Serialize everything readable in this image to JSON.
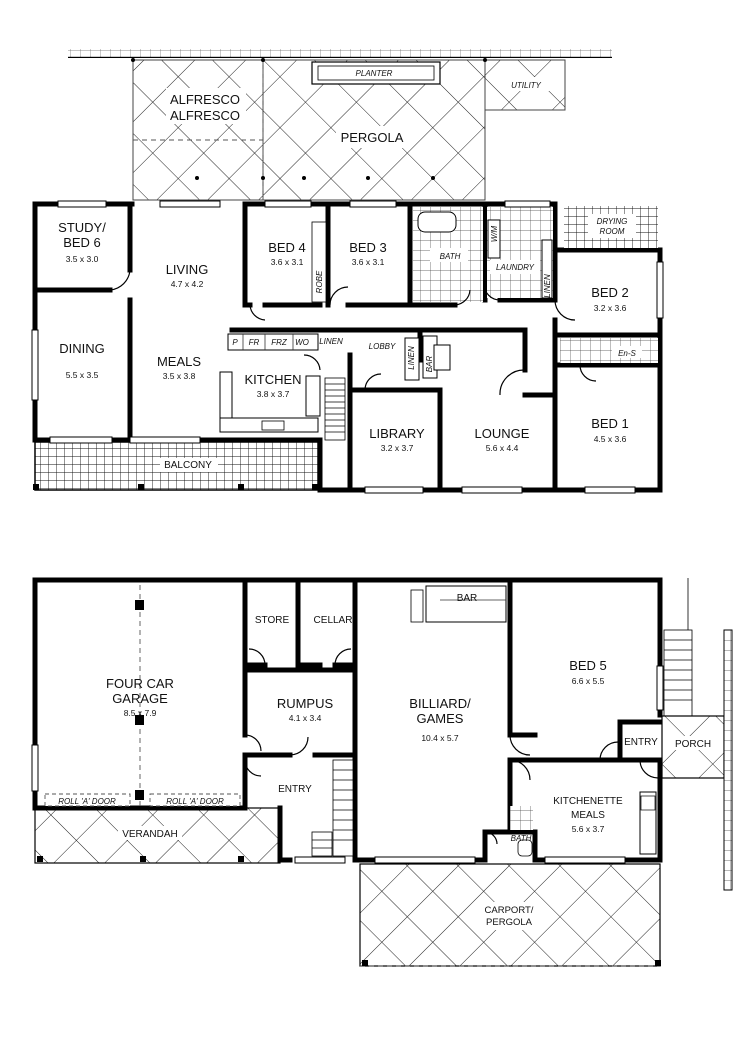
{
  "upper_floor": {
    "planter": "PLANTER",
    "utility": "UTILITY",
    "alfresco_1": "ALFRESCO",
    "alfresco_2": "ALFRESCO",
    "pergola": "PERGOLA",
    "study_l1": "STUDY/",
    "study_l2": "BED 6",
    "study_dim": "3.5 x 3.0",
    "living": "LIVING",
    "living_dim": "4.7 x 4.2",
    "bed4": "BED 4",
    "bed4_dim": "3.6 x 3.1",
    "robe": "ROBE",
    "bed3": "BED 3",
    "bed3_dim": "3.6 x 3.1",
    "bath": "BATH",
    "wim": "W/M",
    "laundry": "LAUNDRY",
    "linen_laundry": "LINEN",
    "drying_l1": "DRYING",
    "drying_l2": "ROOM",
    "bed2": "BED 2",
    "bed2_dim": "3.2 x 3.6",
    "ens": "En-S",
    "dining": "DINING",
    "dining_dim": "5.5 x 3.5",
    "meals": "MEALS",
    "meals_dim": "3.5 x 3.8",
    "pantry_p": "P",
    "pantry_fr": "FR",
    "pantry_frz": "FRZ",
    "pantry_wo": "WO",
    "linen_kitchen": "LINEN",
    "lobby": "LOBBY",
    "linen_lobby": "LINEN",
    "bar": "BAR",
    "kitchen": "KITCHEN",
    "kitchen_dim": "3.8 x 3.7",
    "library": "LIBRARY",
    "library_dim": "3.2 x 3.7",
    "lounge": "LOUNGE",
    "lounge_dim": "5.6 x 4.4",
    "bed1": "BED 1",
    "bed1_dim": "4.5 x 3.6",
    "balcony": "BALCONY"
  },
  "lower_floor": {
    "garage_l1": "FOUR CAR",
    "garage_l2": "GARAGE",
    "garage_dim": "8.5 x 7.9",
    "store": "STORE",
    "cellar": "CELLAR",
    "bar": "BAR",
    "bed5": "BED 5",
    "bed5_dim": "6.6 x 5.5",
    "rumpus": "RUMPUS",
    "rumpus_dim": "4.1 x 3.4",
    "billiard_l1": "BILLIARD/",
    "billiard_l2": "GAMES",
    "billiard_dim": "10.4 x 5.7",
    "entry_side": "ENTRY",
    "porch": "PORCH",
    "entry_main": "ENTRY",
    "roll_door_1": "ROLL 'A' DOOR",
    "roll_door_2": "ROLL 'A' DOOR",
    "kitchenette_l1": "KITCHENETTE",
    "kitchenette_l2": "MEALS",
    "kitchenette_dim": "5.6 x 3.7",
    "verandah": "VERANDAH",
    "bath": "BATH",
    "carport_l1": "CARPORT/",
    "carport_l2": "PERGOLA"
  }
}
